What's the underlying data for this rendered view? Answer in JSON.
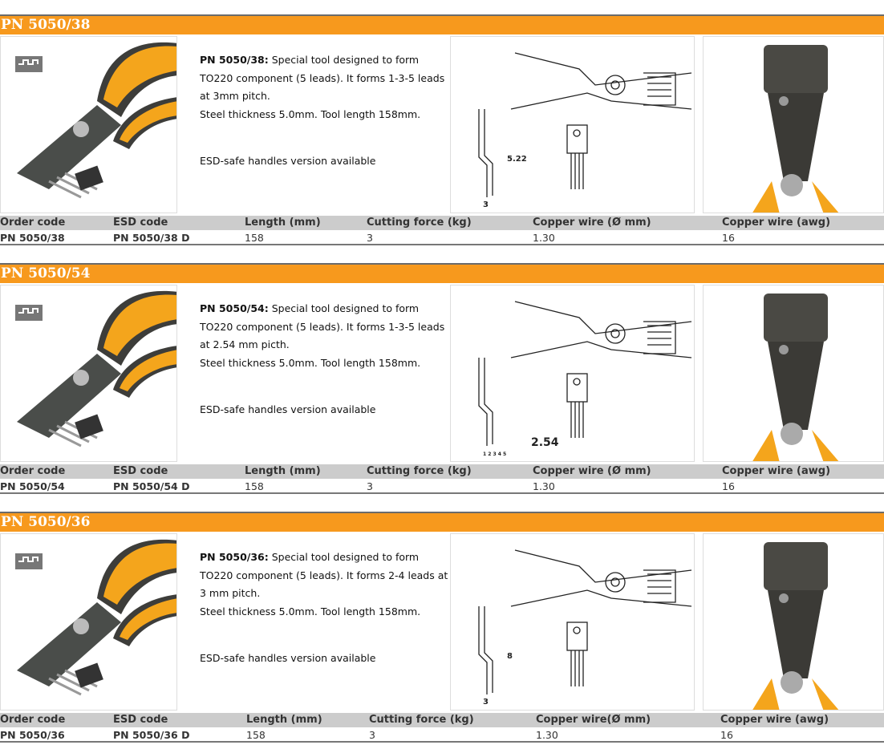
{
  "products": [
    {
      "title": "PN 5050/38",
      "desc_code": "PN 5050/38:",
      "desc_lines": [
        "Special tool designed to form",
        "TO220 component (5 leads). It forms 1-3-5 leads",
        "at 3mm pitch.",
        "Steel thickness 5.0mm. Tool length 158mm."
      ],
      "esd_note": "ESD-safe handles version available",
      "drawing_labels": [
        "5.22",
        "3"
      ],
      "headers": [
        "Order code",
        "ESD code",
        "Length (mm)",
        "Cutting force (kg)",
        "Copper wire (Ø mm)",
        "Copper wire (awg)"
      ],
      "row": [
        "PN 5050/38",
        "PN 5050/38 D",
        "158",
        "3",
        "1.30",
        "16"
      ]
    },
    {
      "title": "PN 5050/54",
      "desc_code": "PN 5050/54:",
      "desc_lines": [
        "Special tool designed to form",
        "TO220 component (5 leads). It forms 1-3-5 leads",
        "at 2.54 mm picth.",
        "Steel thickness 5.0mm. Tool length 158mm."
      ],
      "esd_note": "ESD-safe handles version available",
      "drawing_labels": [
        "2.54",
        "1 2 3 4 5"
      ],
      "headers": [
        "Order code",
        "ESD code",
        "Length (mm)",
        "Cutting force (kg)",
        "Copper wire (Ø mm)",
        "Copper wire (awg)"
      ],
      "row": [
        "PN 5050/54",
        "PN 5050/54 D",
        "158",
        "3",
        "1.30",
        "16"
      ]
    },
    {
      "title": "PN 5050/36",
      "desc_code": "PN 5050/36:",
      "desc_lines": [
        "Special tool designed to form",
        "TO220 component (5 leads). It forms 2-4 leads at",
        "3 mm pitch.",
        "Steel thickness 5.0mm. Tool length 158mm."
      ],
      "esd_note": "ESD-safe handles version available",
      "drawing_labels": [
        "8",
        "3"
      ],
      "headers": [
        "Order code",
        "ESD code",
        "Length (mm)",
        "Cutting force (kg)",
        "Copper wire(Ø mm)",
        "Copper wire (awg)"
      ],
      "row": [
        "PN 5050/36",
        "PN 5050/36 D",
        "158",
        "3",
        "1.30",
        "16"
      ]
    }
  ],
  "colors": {
    "header": "#F7991D",
    "table_header": "#CCCCCC"
  }
}
